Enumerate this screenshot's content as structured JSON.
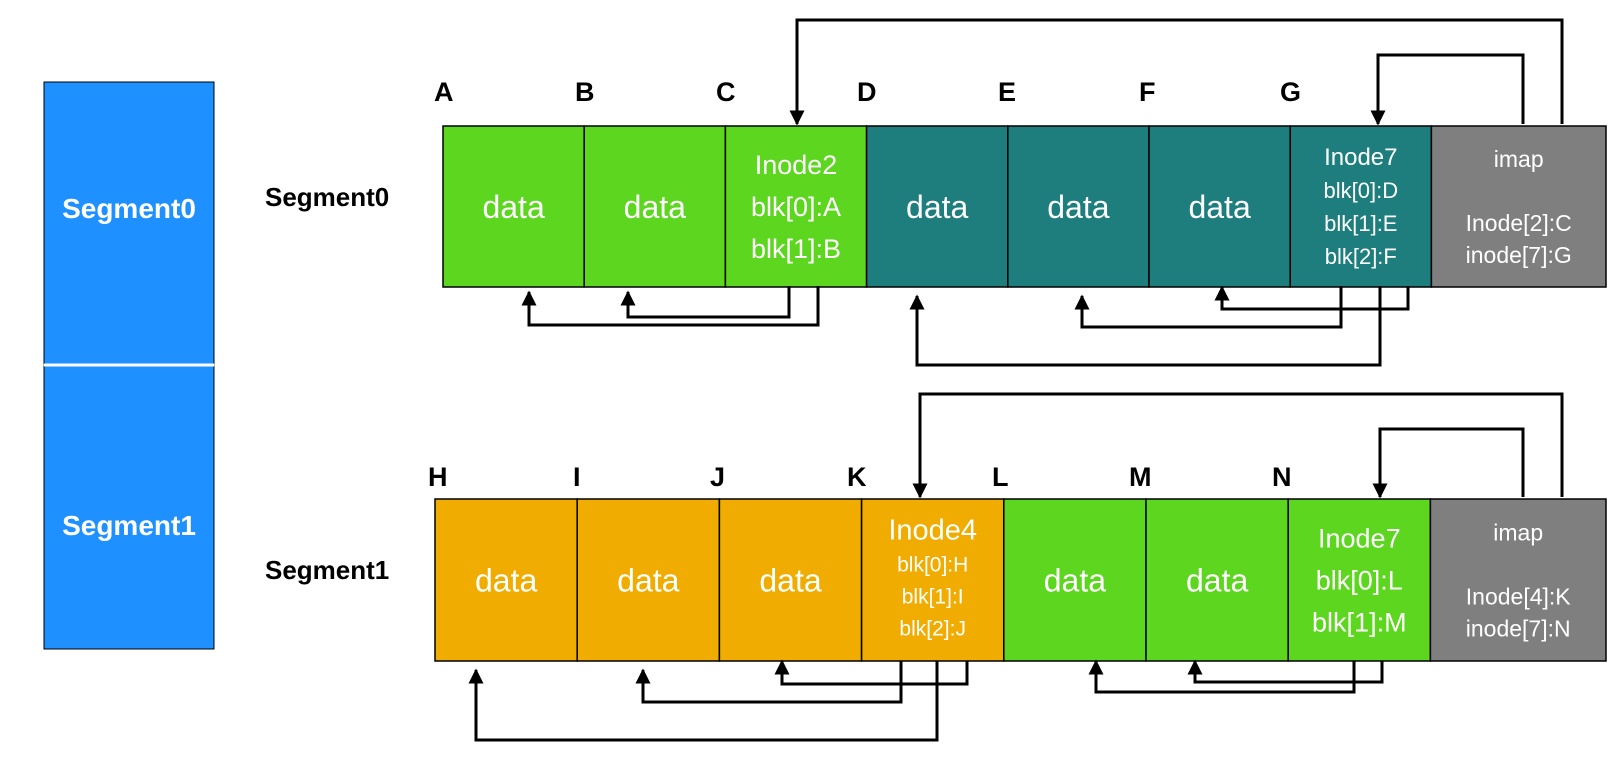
{
  "colors": {
    "tall_bar": "#1e90ff",
    "lime": "#5dd61f",
    "teal": "#1e7e7e",
    "orange": "#f0ac00",
    "gray": "#7f7f7f"
  },
  "tall_bar": {
    "segments": [
      "Segment0",
      "Segment1"
    ]
  },
  "rows": [
    {
      "label": "Segment0",
      "letters": [
        "A",
        "B",
        "C",
        "D",
        "E",
        "F",
        "G"
      ],
      "blocks": [
        {
          "kind": "data",
          "color": "lime",
          "lines": [
            "data"
          ]
        },
        {
          "kind": "data",
          "color": "lime",
          "lines": [
            "data"
          ]
        },
        {
          "kind": "inode",
          "color": "lime",
          "lines": [
            "Inode2",
            "blk[0]:A",
            "blk[1]:B"
          ]
        },
        {
          "kind": "data",
          "color": "teal",
          "lines": [
            "data"
          ]
        },
        {
          "kind": "data",
          "color": "teal",
          "lines": [
            "data"
          ]
        },
        {
          "kind": "data",
          "color": "teal",
          "lines": [
            "data"
          ]
        },
        {
          "kind": "inode",
          "color": "teal",
          "lines": [
            "Inode7",
            "blk[0]:D",
            "blk[1]:E",
            "blk[2]:F"
          ]
        },
        {
          "kind": "imap",
          "color": "gray",
          "lines": [
            "imap",
            "",
            "Inode[2]:C",
            "inode[7]:G"
          ]
        }
      ]
    },
    {
      "label": "Segment1",
      "letters": [
        "H",
        "I",
        "J",
        "K",
        "L",
        "M",
        "N"
      ],
      "blocks": [
        {
          "kind": "data",
          "color": "orange",
          "lines": [
            "data"
          ]
        },
        {
          "kind": "data",
          "color": "orange",
          "lines": [
            "data"
          ]
        },
        {
          "kind": "data",
          "color": "orange",
          "lines": [
            "data"
          ]
        },
        {
          "kind": "inode",
          "color": "orange",
          "lines": [
            "Inode4",
            "blk[0]:H",
            "blk[1]:I",
            "blk[2]:J"
          ]
        },
        {
          "kind": "data",
          "color": "lime",
          "lines": [
            "data"
          ]
        },
        {
          "kind": "data",
          "color": "lime",
          "lines": [
            "data"
          ]
        },
        {
          "kind": "inode",
          "color": "lime",
          "lines": [
            "Inode7",
            "blk[0]:L",
            "blk[1]:M"
          ]
        },
        {
          "kind": "imap",
          "color": "gray",
          "lines": [
            "imap",
            "",
            "Inode[4]:K",
            "inode[7]:N"
          ]
        }
      ]
    }
  ]
}
